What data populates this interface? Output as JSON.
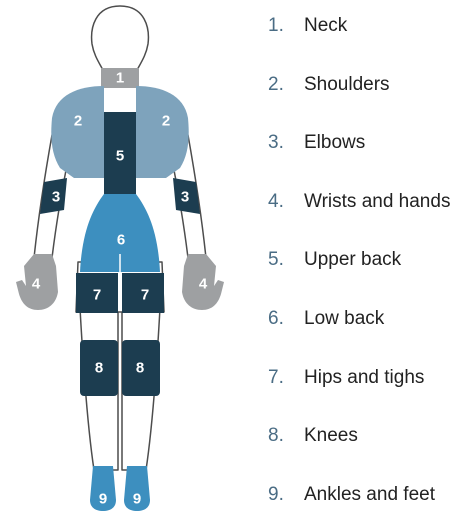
{
  "colors": {
    "dark": "#1c3d50",
    "medium": "#3d8fbf",
    "light": "#7ea3bc",
    "gray": "#9ea0a2",
    "outline": "#4d4d4d",
    "legend_number": "#4a6c84"
  },
  "regions": [
    {
      "number": "1",
      "label": "Neck"
    },
    {
      "number": "2",
      "label": "Shoulders"
    },
    {
      "number": "3",
      "label": "Elbows"
    },
    {
      "number": "4",
      "label": "Wrists and hands"
    },
    {
      "number": "5",
      "label": "Upper back"
    },
    {
      "number": "6",
      "label": "Low back"
    },
    {
      "number": "7",
      "label": "Hips and tighs"
    },
    {
      "number": "8",
      "label": "Knees"
    },
    {
      "number": "9",
      "label": "Ankles and feet"
    }
  ],
  "legend": [
    {
      "number": "1.",
      "label": "Neck"
    },
    {
      "number": "2.",
      "label": "Shoulders"
    },
    {
      "number": "3.",
      "label": "Elbows"
    },
    {
      "number": "4.",
      "label": "Wrists and hands"
    },
    {
      "number": "5.",
      "label": "Upper back"
    },
    {
      "number": "6.",
      "label": "Low back"
    },
    {
      "number": "7.",
      "label": "Hips and tighs"
    },
    {
      "number": "8.",
      "label": "Knees"
    },
    {
      "number": "9.",
      "label": "Ankles and feet"
    }
  ]
}
